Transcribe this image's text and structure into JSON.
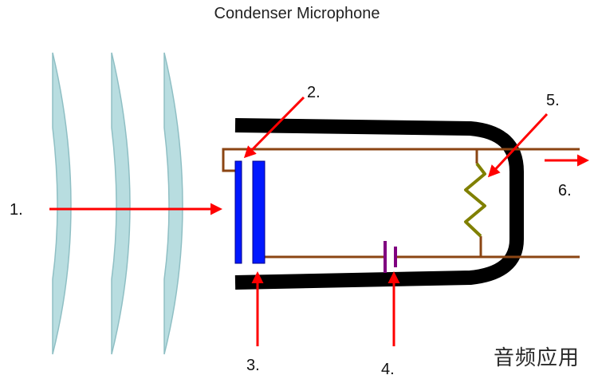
{
  "title": "Condenser Microphone",
  "labels": {
    "l1": "1.",
    "l2": "2.",
    "l3": "3.",
    "l4": "4.",
    "l5": "5.",
    "l6": "6."
  },
  "watermark": "音频应用",
  "colors": {
    "wave_fill": "#b8dde0",
    "wave_stroke": "#8fbfc4",
    "housing": "#000000",
    "plate": "#0018ff",
    "plate_stroke": "#00008a",
    "wire": "#8b4513",
    "resistor": "#808000",
    "battery": "#800080",
    "arrow": "#ff0000"
  }
}
